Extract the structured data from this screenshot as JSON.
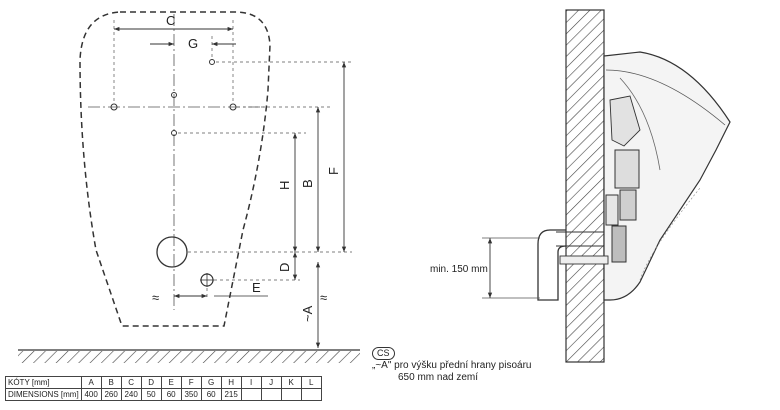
{
  "front_view": {
    "dim_labels": {
      "c": "C",
      "g": "G",
      "h": "H",
      "b": "B",
      "f": "F",
      "d": "D",
      "e": "E",
      "a": "~A"
    },
    "approx_symbol": "≈"
  },
  "side_view": {
    "min_label": "min. 150 mm"
  },
  "note": {
    "badge": "CS",
    "line1": "„~A\" pro výšku přední hrany pisoáru",
    "line2": "650 mm nad zemí"
  },
  "table": {
    "row1_head": "KÓTY [mm]",
    "row2_head": "DIMENSIONS [mm]",
    "columns": [
      "A",
      "B",
      "C",
      "D",
      "E",
      "F",
      "G",
      "H",
      "I",
      "J",
      "K",
      "L"
    ],
    "values": [
      "400",
      "260",
      "240",
      "50",
      "60",
      "350",
      "60",
      "215",
      "",
      "",
      "",
      ""
    ]
  },
  "colors": {
    "line": "#333333",
    "hatch": "#444444"
  }
}
